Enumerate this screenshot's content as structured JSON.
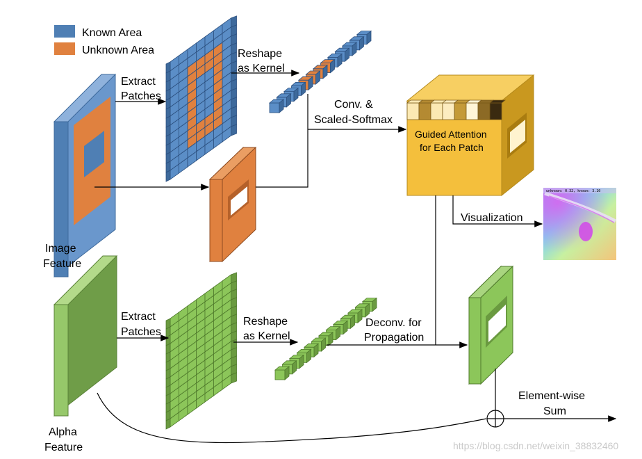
{
  "legend": {
    "known": {
      "label": "Known Area",
      "color": "#4f7fb4"
    },
    "unknown": {
      "label": "Unknown Area",
      "color": "#e0813f"
    }
  },
  "labels": {
    "image_feature": [
      "Image",
      "Feature"
    ],
    "alpha_feature": [
      "Alpha",
      "Feature"
    ],
    "extract_top": [
      "Extract",
      "Patches"
    ],
    "extract_bottom": [
      "Extract",
      "Patches"
    ],
    "reshape_top": [
      "Reshape",
      "as Kernel"
    ],
    "reshape_bottom": [
      "Reshape",
      "as Kernel"
    ],
    "conv_softmax": [
      "Conv. &",
      "Scaled-Softmax"
    ],
    "guided": [
      "Guided Attention",
      "for Each Patch"
    ],
    "visualization": "Visualization",
    "deconv": [
      "Deconv. for",
      "Propagation"
    ],
    "element_sum": [
      "Element-wise",
      "Sum"
    ],
    "vis_caption": "unknown: 0.32, known: 3.10"
  },
  "watermark": "https://blog.csdn.net/weixin_38832460",
  "colors": {
    "blue": "#5b8ec7",
    "blue_dark": "#3e6a9c",
    "orange": "#e0813f",
    "orange_dark": "#b5612a",
    "green": "#8cc65a",
    "green_dark": "#6a9a40",
    "yellow": "#f4bf3c",
    "yellow_dark": "#c9981f"
  },
  "attention_strip": [
    "#fbe9b3",
    "#b48a32",
    "#fbe9b3",
    "#fcecc0",
    "#c49a38",
    "#fff6d8",
    "#8c6a25",
    "#3a2a10"
  ]
}
